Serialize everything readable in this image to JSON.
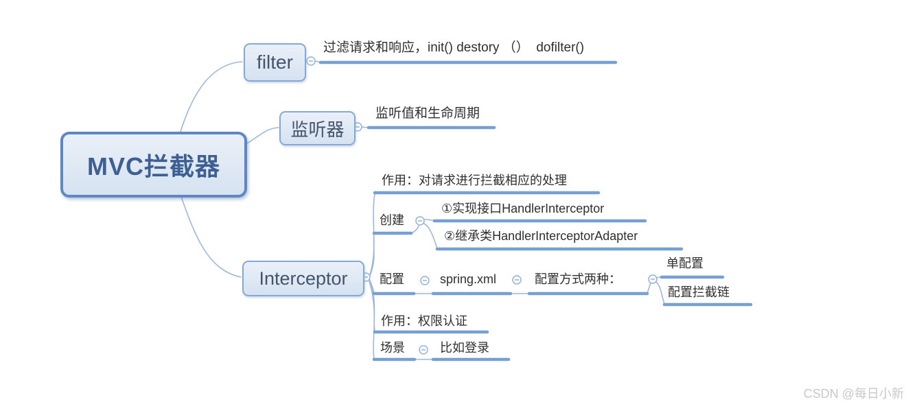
{
  "mindmap": {
    "root": {
      "label": "MVC拦截器"
    },
    "branches": [
      {
        "label": "filter",
        "children": [
          {
            "label": "过滤请求和响应，init() destory （）  dofilter()"
          }
        ]
      },
      {
        "label": "监听器",
        "children": [
          {
            "label": "监听值和生命周期"
          }
        ]
      },
      {
        "label": "Interceptor",
        "children": [
          {
            "label": "作用：对请求进行拦截相应的处理"
          },
          {
            "label": "创建",
            "children": [
              {
                "label": "①实现接口HandlerInterceptor"
              },
              {
                "label": "②继承类HandlerInterceptorAdapter"
              }
            ]
          },
          {
            "label": "配置",
            "children": [
              {
                "label": "spring.xml",
                "children": [
                  {
                    "label": "配置方式两种：",
                    "children": [
                      {
                        "label": "单配置"
                      },
                      {
                        "label": "配置拦截链"
                      }
                    ]
                  }
                ]
              }
            ]
          },
          {
            "label": "作用：权限认证"
          },
          {
            "label": "场景",
            "children": [
              {
                "label": "比如登录"
              }
            ]
          }
        ]
      }
    ]
  },
  "watermark": {
    "text": "CSDN @每日小新"
  },
  "icons": {
    "collapse_handle": "minus-circle"
  },
  "colors": {
    "root_border": "#5d88c4",
    "node_border": "#84a9d8",
    "node_fill": "#dbe5f1",
    "branch_line": "#76a0d4",
    "edge_curve": "#9cb8de",
    "node_text": "#44546a",
    "root_text": "#3d5f92",
    "topic_text": "#2f2f2f",
    "watermark_text": "#c9c9c9"
  }
}
